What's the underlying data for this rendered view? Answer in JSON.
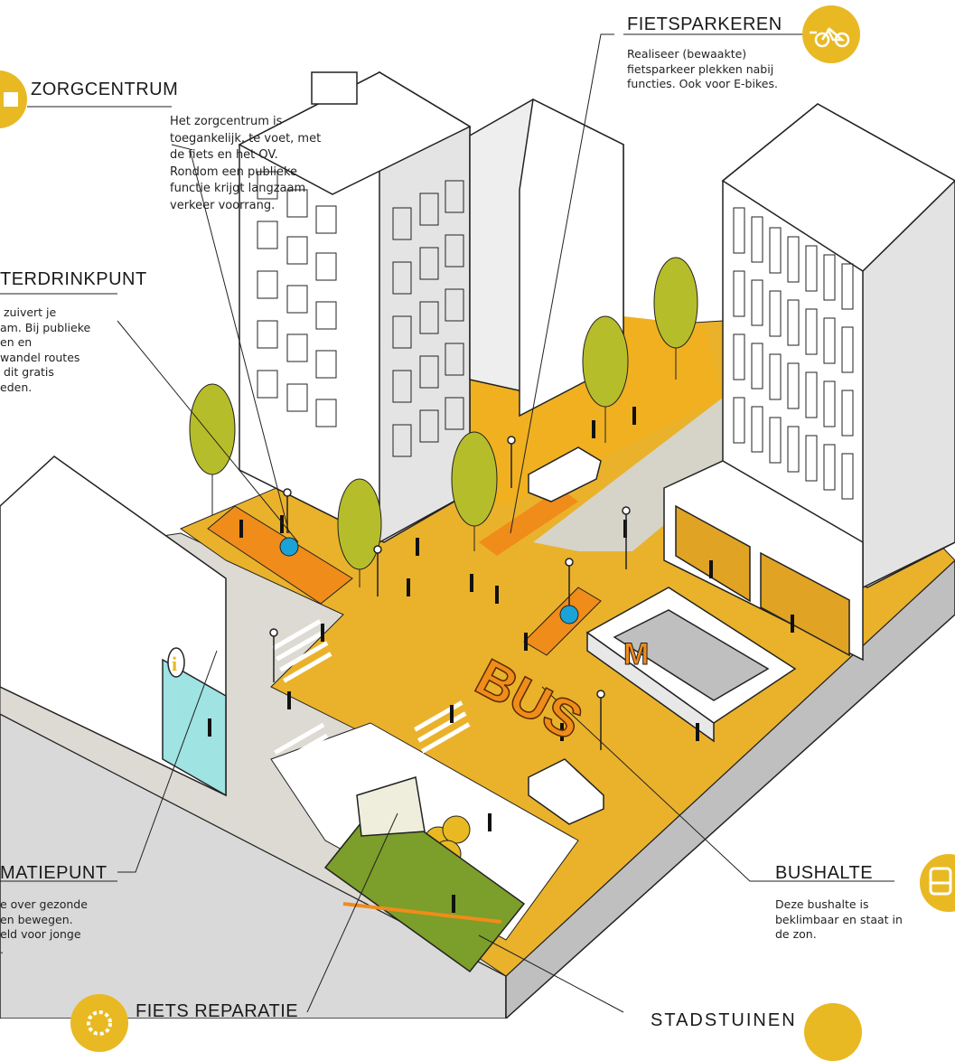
{
  "colors": {
    "accent": "#e8b923",
    "plaza": "#eab22b",
    "path_orange": "#f08c1a",
    "tree": "#b6bd2a",
    "road": "#dcdad2",
    "building": "#ffffff",
    "shade": "#d5d5d5",
    "glass": "#9fe3e3"
  },
  "callouts": {
    "zorgcentrum": {
      "title": "ZORGCENTRUM",
      "lines": [
        "Het zorgcentrum is",
        "toegankelijk, te voet, met",
        "de fiets en het OV.",
        "Rondom een publieke",
        "functie krijgt langzaam",
        "verkeer voorrang."
      ]
    },
    "waterdrinkpunt": {
      "title": "TERDRINKPUNT",
      "lines": [
        "zuivert je",
        "am. Bij publieke",
        "en en",
        "wandel routes",
        "dit gratis",
        "eden."
      ]
    },
    "fietsparkeren": {
      "title": "FIETSPARKEREN",
      "lines": [
        "Realiseer (bewaakte)",
        "fietsparkeer plekken nabij",
        "functies. Ook voor E-bikes."
      ]
    },
    "informatiepunt": {
      "title": "MATIEPUNT",
      "lines": [
        "e over gezonde",
        "en bewegen.",
        "eld voor jonge",
        "."
      ]
    },
    "bushalte": {
      "title": "BUSHALTE",
      "lines": [
        "Deze bushalte is",
        "beklimbaar en staat in",
        "de zon."
      ]
    },
    "fietsreparatie": {
      "title": "FIETS REPARATIE"
    },
    "stadstuinen": {
      "title": "STADSTUINEN"
    }
  },
  "scene_labels": {
    "bus_letters": "BUS",
    "metro_letter": "M",
    "info_letter": "i"
  },
  "icons": {
    "zorgcentrum": "medical-cross-icon",
    "fietsparkeren": "e-bike-icon",
    "bushalte": "bus-icon",
    "fietsreparatie": "gear-icon",
    "stadstuinen": "plant-icon"
  }
}
